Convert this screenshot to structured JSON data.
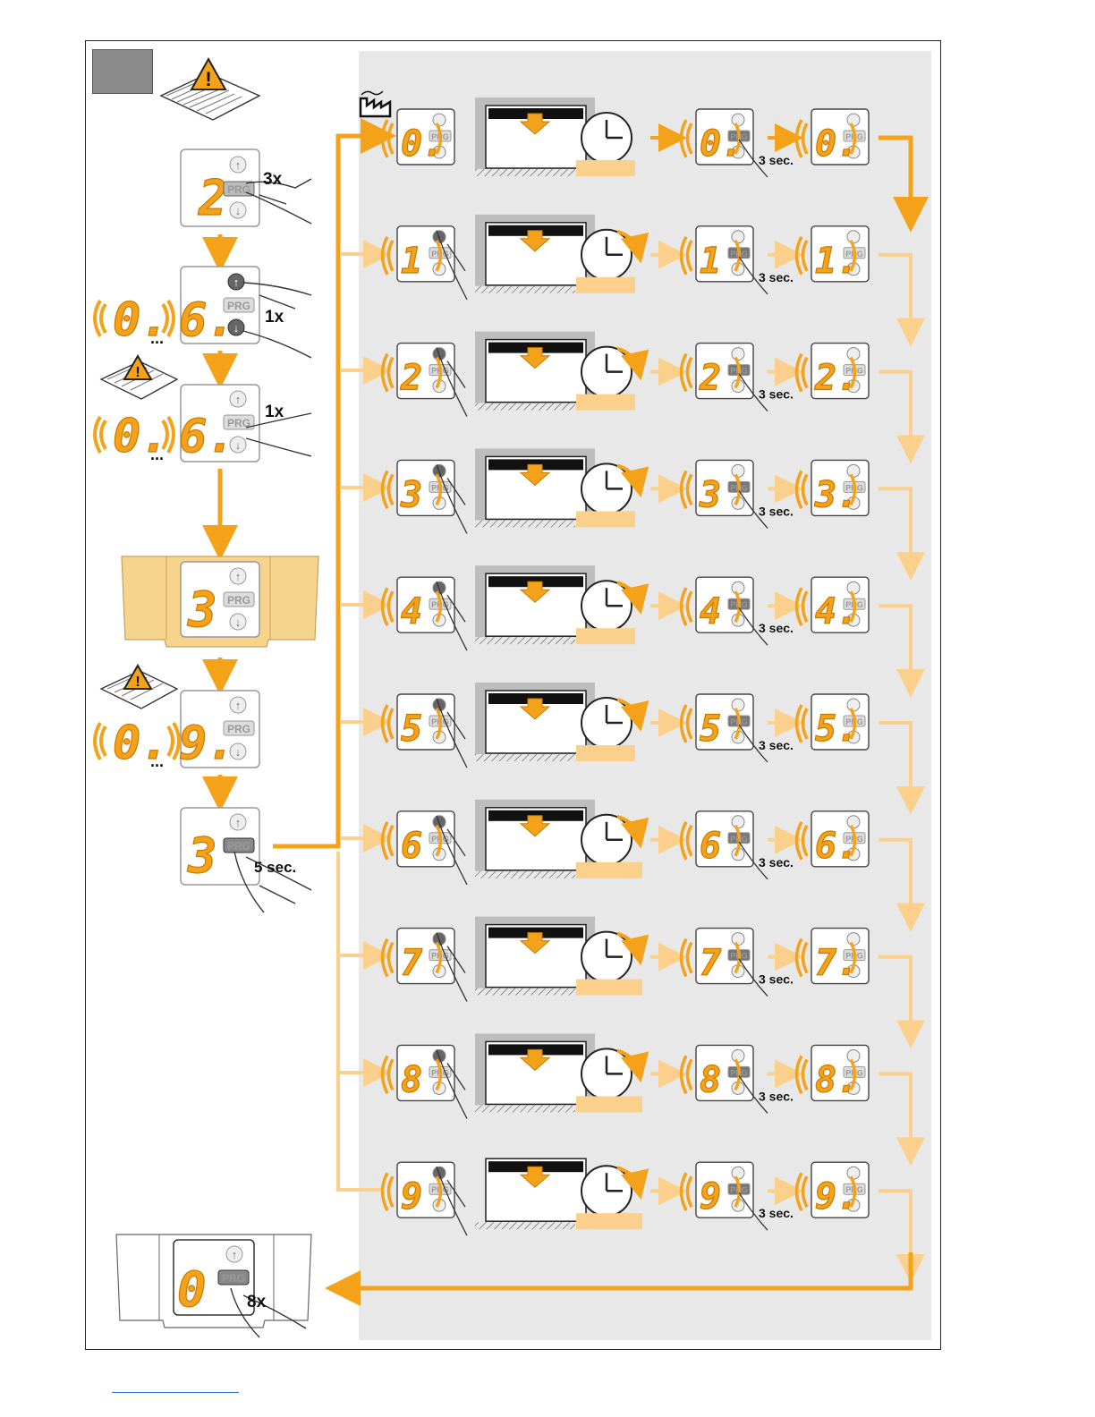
{
  "panel": {
    "press_3x": "3x",
    "press_up_1x": "1x",
    "press_1x": "1x",
    "hold_5sec": "5 sec.",
    "press_8x": "8x",
    "prg_label": "PRG",
    "display_start": "2",
    "display_menu": "3",
    "display_final": "0",
    "blink_range_a": [
      "0.",
      "6."
    ],
    "blink_range_b": [
      "0.",
      "6."
    ],
    "blink_range_c": [
      "0.",
      "9."
    ],
    "ellipsis": "..."
  },
  "rows": {
    "hold_label": "3 sec.",
    "digits": [
      "0.",
      "1",
      "2",
      "3",
      "4",
      "5",
      "6",
      "7",
      "8",
      "9"
    ],
    "digits_confirmed": [
      "0.",
      "1.",
      "2.",
      "3.",
      "4.",
      "5.",
      "6.",
      "7.",
      "8.",
      "9."
    ]
  },
  "colors": {
    "accent": "#f5a21b",
    "accent_light": "#fad08c",
    "panel_bg": "#e8e8e8",
    "housing": "#f7d48c"
  },
  "icons": [
    "warning-manual-icon",
    "factory-icon",
    "clock-icon",
    "garage-door-icon",
    "hand-press-icon",
    "arrow-down-icon"
  ]
}
